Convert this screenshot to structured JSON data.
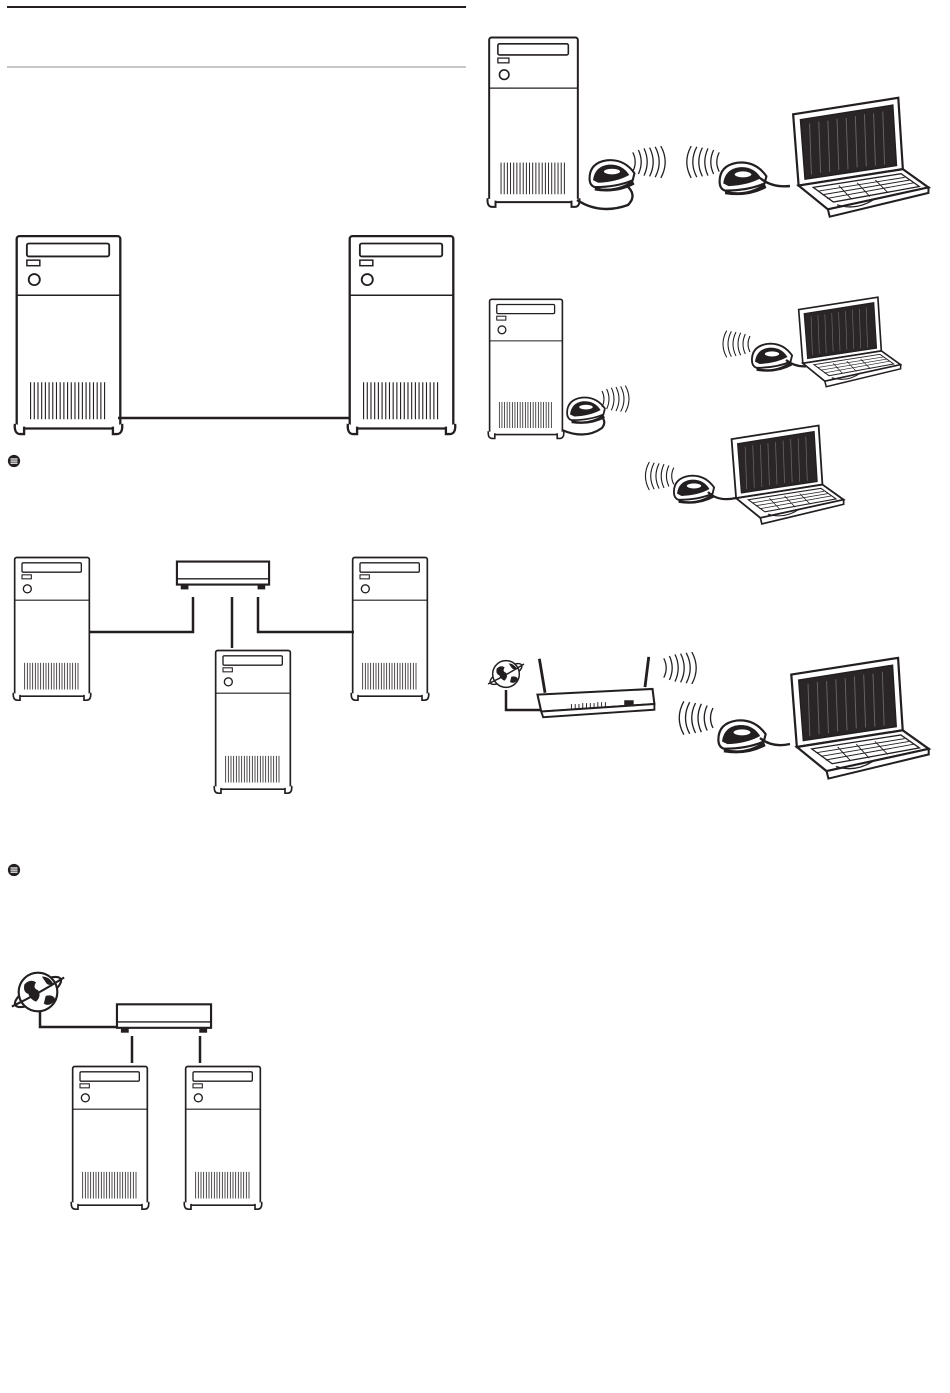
{
  "page": {
    "header_rule_color": "#231f20",
    "sub_rule_color": "#b5b5b5"
  },
  "palette": {
    "ink": "#231f20",
    "paper": "#ffffff",
    "laptop_screen": "#2a2627",
    "screen_pattern": "#6b6566"
  },
  "icons": {
    "note": "note-icon",
    "tower": "tower-pc-icon",
    "hub": "network-hub-icon",
    "globe": "internet-globe-icon",
    "router": "wireless-router-icon",
    "adapter": "wireless-adapter-icon",
    "laptop": "laptop-icon",
    "waves": "wireless-signal-icon"
  },
  "diagrams": [
    {
      "id": "direct-cable",
      "devices": [
        "tower-pc",
        "tower-pc"
      ],
      "link": "crossover-cable"
    },
    {
      "id": "hub-network",
      "devices": [
        "tower-pc",
        "tower-pc",
        "tower-pc"
      ],
      "link": "network-hub"
    },
    {
      "id": "shared-internet",
      "devices": [
        "internet-globe",
        "tower-pc",
        "tower-pc"
      ],
      "link": "network-hub"
    },
    {
      "id": "adhoc-wireless",
      "devices": [
        "tower-pc",
        "laptop"
      ],
      "link": "wireless"
    },
    {
      "id": "multi-wireless",
      "devices": [
        "tower-pc",
        "laptop",
        "laptop"
      ],
      "link": "wireless"
    },
    {
      "id": "access-point",
      "devices": [
        "internet-globe",
        "wireless-router",
        "laptop"
      ],
      "link": "wireless"
    }
  ]
}
